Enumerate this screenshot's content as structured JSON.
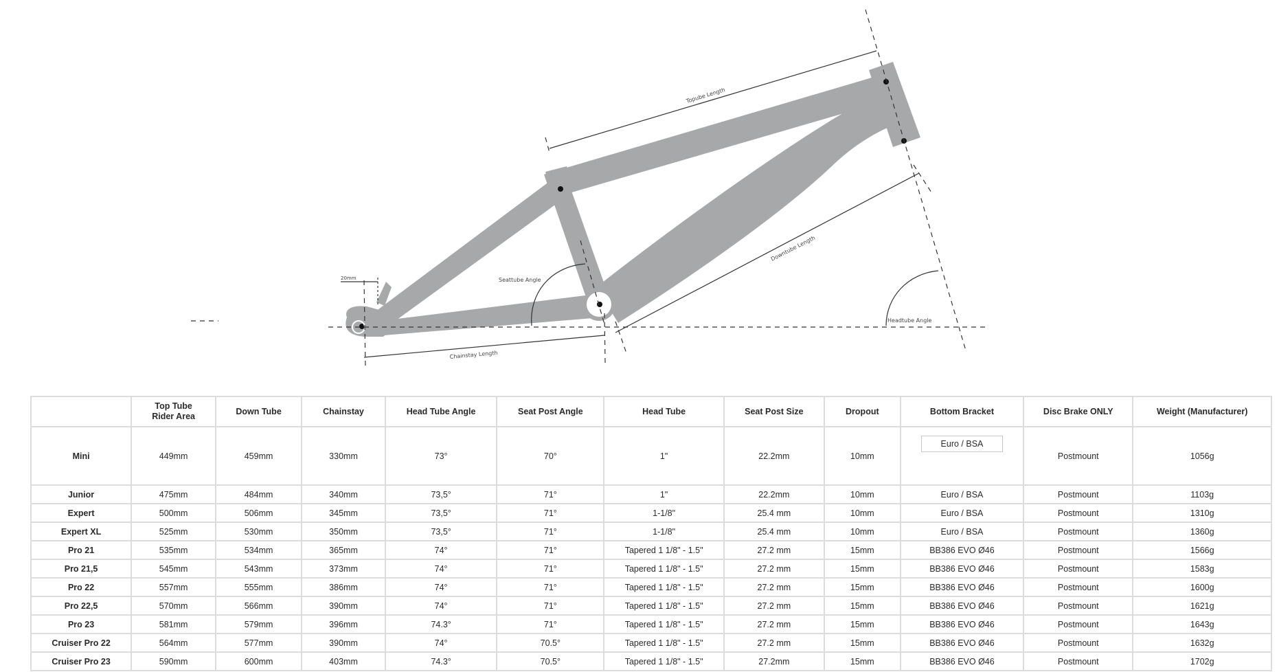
{
  "diagram": {
    "labels": {
      "topube": "Topube Length",
      "downtube": "Downtube Length",
      "seattube_angle": "Seattube Angle",
      "headtube_angle": "Headtube Angle",
      "chainstay": "Chainstay Length",
      "dropout": "20mm"
    },
    "colors": {
      "frame": "#a7a8aa",
      "lines": "#333333"
    }
  },
  "table": {
    "headers": [
      "",
      "Top Tube\nRider Area",
      "Down Tube",
      "Chainstay",
      "Head Tube Angle",
      "Seat Post Angle",
      "Head Tube",
      "Seat Post Size",
      "Dropout",
      "Bottom Bracket",
      "Disc Brake ONLY",
      "Weight (Manufacturer)"
    ],
    "rows": [
      [
        "Mini",
        "449mm",
        "459mm",
        "330mm",
        "73°",
        "70°",
        "1\"",
        "22.2mm",
        "10mm",
        "Euro / BSA",
        "Postmount",
        "1056g"
      ],
      [
        "Junior",
        "475mm",
        "484mm",
        "340mm",
        "73,5°",
        "71°",
        "1\"",
        "22.2mm",
        "10mm",
        "Euro / BSA",
        "Postmount",
        "1103g"
      ],
      [
        "Expert",
        "500mm",
        "506mm",
        "345mm",
        "73,5°",
        "71°",
        "1-1/8\"",
        "25.4 mm",
        "10mm",
        "Euro / BSA",
        "Postmount",
        "1310g"
      ],
      [
        "Expert XL",
        "525mm",
        "530mm",
        "350mm",
        "73,5°",
        "71°",
        "1-1/8\"",
        "25.4 mm",
        "10mm",
        "Euro / BSA",
        "Postmount",
        "1360g"
      ],
      [
        "Pro 21",
        "535mm",
        "534mm",
        "365mm",
        "74°",
        "71°",
        "Tapered 1 1/8\" - 1.5\"",
        "27.2 mm",
        "15mm",
        "BB386 EVO Ø46",
        "Postmount",
        "1566g"
      ],
      [
        "Pro 21,5",
        "545mm",
        "543mm",
        "373mm",
        "74°",
        "71°",
        "Tapered 1 1/8\" - 1.5\"",
        "27.2 mm",
        "15mm",
        "BB386 EVO Ø46",
        "Postmount",
        "1583g"
      ],
      [
        "Pro 22",
        "557mm",
        "555mm",
        "386mm",
        "74°",
        "71°",
        "Tapered 1 1/8\" - 1.5\"",
        "27.2 mm",
        "15mm",
        "BB386 EVO Ø46",
        "Postmount",
        "1600g"
      ],
      [
        "Pro 22,5",
        "570mm",
        "566mm",
        "390mm",
        "74°",
        "71°",
        "Tapered 1 1/8\" - 1.5\"",
        "27.2 mm",
        "15mm",
        "BB386 EVO Ø46",
        "Postmount",
        "1621g"
      ],
      [
        "Pro 23",
        "581mm",
        "579mm",
        "396mm",
        "74.3°",
        "71°",
        "Tapered 1 1/8\" - 1.5\"",
        "27.2 mm",
        "15mm",
        "BB386 EVO Ø46",
        "Postmount",
        "1643g"
      ],
      [
        "Cruiser Pro 22",
        "564mm",
        "577mm",
        "390mm",
        "74°",
        "70.5°",
        "Tapered 1 1/8\" - 1.5\"",
        "27.2 mm",
        "15mm",
        "BB386 EVO Ø46",
        "Postmount",
        "1632g"
      ],
      [
        "Cruiser Pro 23",
        "590mm",
        "600mm",
        "403mm",
        "74.3°",
        "70.5°",
        "Tapered 1 1/8\" - 1.5\"",
        "27.2mm",
        "15mm",
        "BB386 EVO Ø46",
        "Postmount",
        "1702g"
      ]
    ]
  }
}
